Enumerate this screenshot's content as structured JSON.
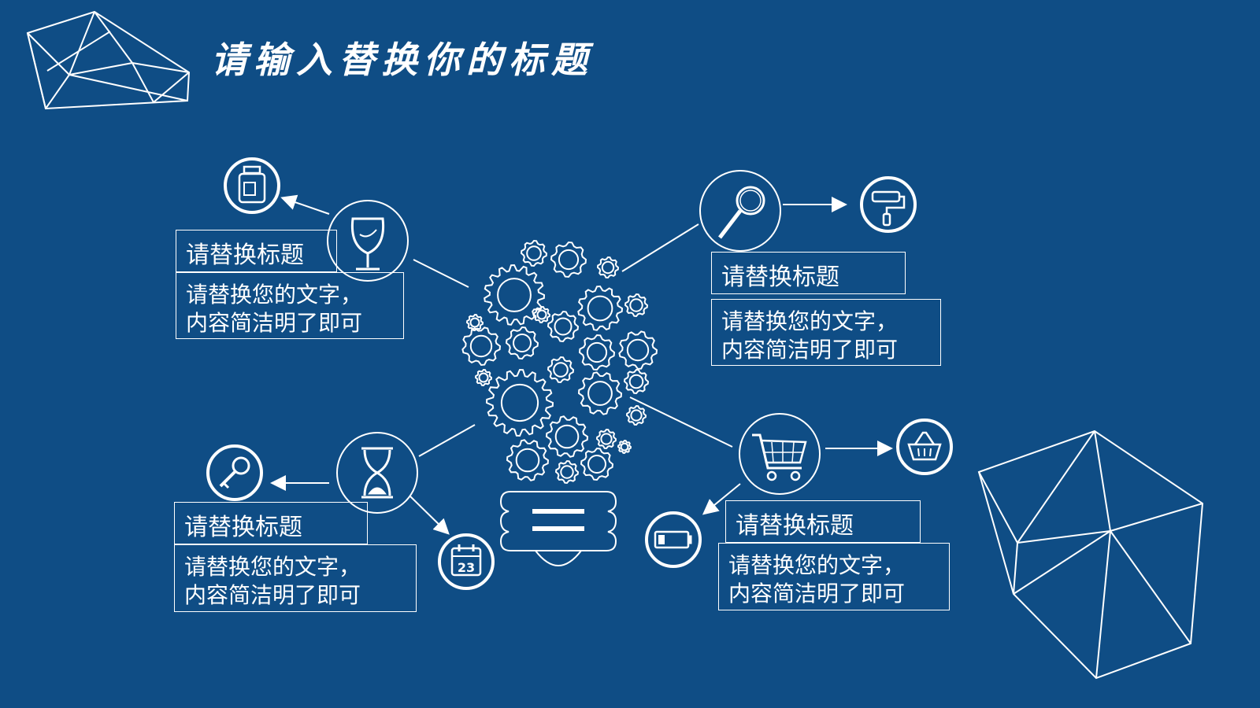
{
  "slide": {
    "title": "请输入替换你的标题"
  },
  "colors": {
    "background": "#0f4d85",
    "line": "#ffffff"
  },
  "modules": [
    {
      "id": "top-left",
      "heading": "请替换标题",
      "body": "请替换您的文字，\n内容简洁明了即可",
      "main_icon": "wine-glass-icon",
      "side_icons": [
        "bottle-icon"
      ]
    },
    {
      "id": "top-right",
      "heading": "请替换标题",
      "body": "请替换您的文字，\n内容简洁明了即可",
      "main_icon": "magnifier-icon",
      "side_icons": [
        "paint-roller-icon"
      ]
    },
    {
      "id": "bottom-left",
      "heading": "请替换标题",
      "body": "请替换您的文字，\n内容简洁明了即可",
      "main_icon": "hourglass-icon",
      "side_icons": [
        "key-icon",
        "calendar-icon"
      ],
      "calendar_day": "23"
    },
    {
      "id": "bottom-right",
      "heading": "请替换标题",
      "body": "请替换您的文字，\n内容简洁明了即可",
      "main_icon": "shopping-cart-icon",
      "side_icons": [
        "basket-icon",
        "battery-icon"
      ]
    }
  ],
  "center": {
    "icon": "gear-lightbulb-icon"
  }
}
